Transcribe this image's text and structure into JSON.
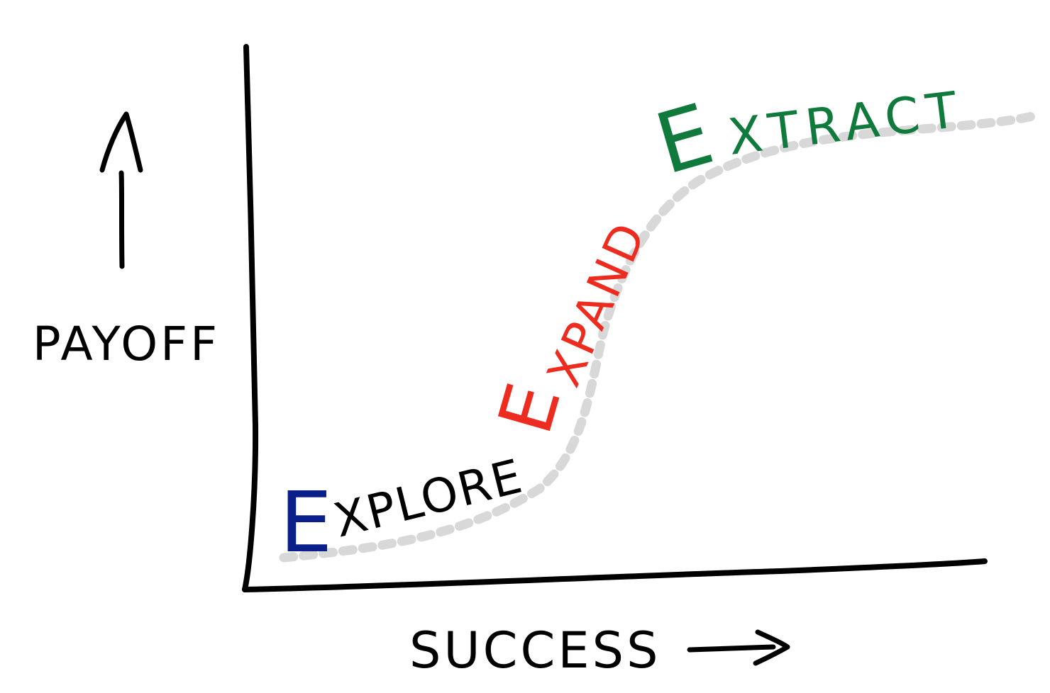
{
  "diagram": {
    "y_axis_label": "PAYOFF",
    "x_axis_label": "SUCCESS",
    "curve_style": "dotted S-curve",
    "phases": [
      {
        "initial": "E",
        "rest": "XPLORE",
        "color": "#0b1f8a"
      },
      {
        "initial": "E",
        "rest": "XPAND",
        "color": "#ee2b1f"
      },
      {
        "initial": "E",
        "rest": "XTRACT",
        "color": "#0f7a3c"
      }
    ],
    "ink_color": "#000000",
    "curve_color": "#d8d8d8"
  }
}
